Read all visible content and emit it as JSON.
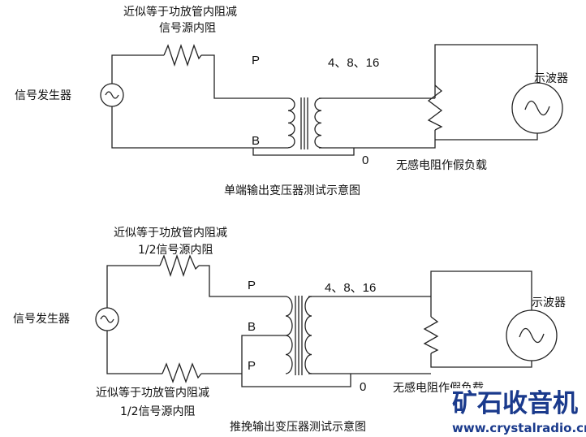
{
  "single_ended": {
    "resistor_label_line1": "近似等于功放管内阻减",
    "resistor_label_line2": "信号源内阻",
    "generator_label": "信号发生器",
    "terminal_p": "P",
    "terminal_b": "B",
    "secondary_taps": "4、8、16",
    "terminal_0": "0",
    "oscilloscope_label": "示波器",
    "load_label": "无感电阻作假负载",
    "title": "单端输出变压器测试示意图"
  },
  "push_pull": {
    "top_resistor_label_line1": "近似等于功放管内阻减",
    "top_resistor_label_line2": "1/2信号源内阻",
    "generator_label": "信号发生器",
    "terminal_p_top": "P",
    "terminal_b": "B",
    "terminal_p_bottom": "P",
    "secondary_taps": "4、8、16",
    "terminal_0": "0",
    "oscilloscope_label": "示波器",
    "load_label": "无感电阻作假负载",
    "bottom_resistor_label_line1": "近似等于功放管内阻减",
    "bottom_resistor_label_line2": "1/2信号源内阻",
    "title": "推挽输出变压器测试示意图"
  },
  "watermark": {
    "name": "矿石收音机",
    "url": "www.crystalradio.cn"
  }
}
